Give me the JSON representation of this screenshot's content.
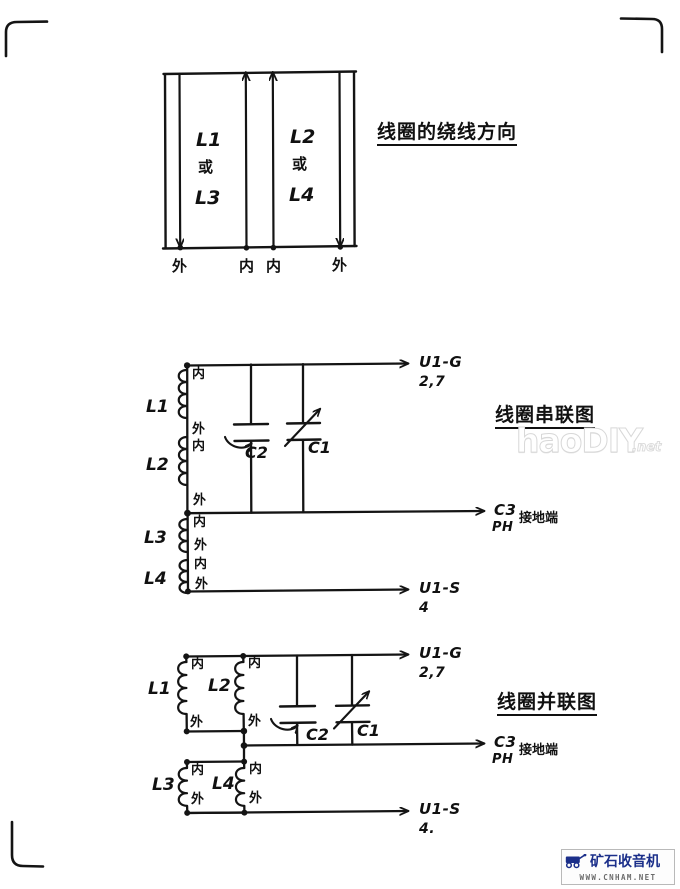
{
  "page": {
    "background": "#ffffff",
    "ink": "#141414"
  },
  "winding_diagram": {
    "title": "线圈的绕线方向",
    "coil_left": {
      "line1": "L1",
      "line2": "或",
      "line3": "L3"
    },
    "coil_right": {
      "line1": "L2",
      "line2": "或",
      "line3": "L4"
    },
    "terminals": [
      {
        "label": "外",
        "direction": "down"
      },
      {
        "label": "内",
        "direction": "up"
      },
      {
        "label": "内",
        "direction": "up"
      },
      {
        "label": "外",
        "direction": "down"
      }
    ]
  },
  "series_diagram": {
    "title": "线圈串联图",
    "inductors": [
      {
        "name": "L1",
        "top_tap": "内",
        "bottom_tap": "外"
      },
      {
        "name": "L2",
        "top_tap": "内",
        "bottom_tap": "外"
      },
      {
        "name": "L3",
        "top_tap": "内",
        "bottom_tap": "外"
      },
      {
        "name": "L4",
        "top_tap": "内",
        "bottom_tap": "外"
      }
    ],
    "capacitors": [
      {
        "name": "C2",
        "type": "trimmer"
      },
      {
        "name": "C1",
        "type": "variable"
      }
    ],
    "ports": [
      {
        "name": "U1-G",
        "pins": "2,7"
      },
      {
        "name": "C3",
        "sub": "PH",
        "note": "接地端"
      },
      {
        "name": "U1-S",
        "pins": "4"
      }
    ]
  },
  "parallel_diagram": {
    "title": "线圈并联图",
    "inductors": [
      {
        "name": "L1",
        "top_tap": "内",
        "bottom_tap": "外"
      },
      {
        "name": "L2",
        "top_tap": "内",
        "bottom_tap": "外"
      },
      {
        "name": "L3",
        "top_tap": "内",
        "bottom_tap": "外"
      },
      {
        "name": "L4",
        "top_tap": "内",
        "bottom_tap": "外"
      }
    ],
    "capacitors": [
      {
        "name": "C2",
        "type": "trimmer"
      },
      {
        "name": "C1",
        "type": "variable"
      }
    ],
    "ports": [
      {
        "name": "U1-G",
        "pins": "2,7"
      },
      {
        "name": "C3",
        "sub": "PH",
        "note": "接地端"
      },
      {
        "name": "U1-S",
        "pins": "4."
      }
    ]
  },
  "watermark": {
    "text": "haoDIY",
    "suffix": ".net"
  },
  "logo": {
    "name": "矿石收音机",
    "url": "WWW.CNHAM.NET",
    "color": "#1b2f8a"
  }
}
